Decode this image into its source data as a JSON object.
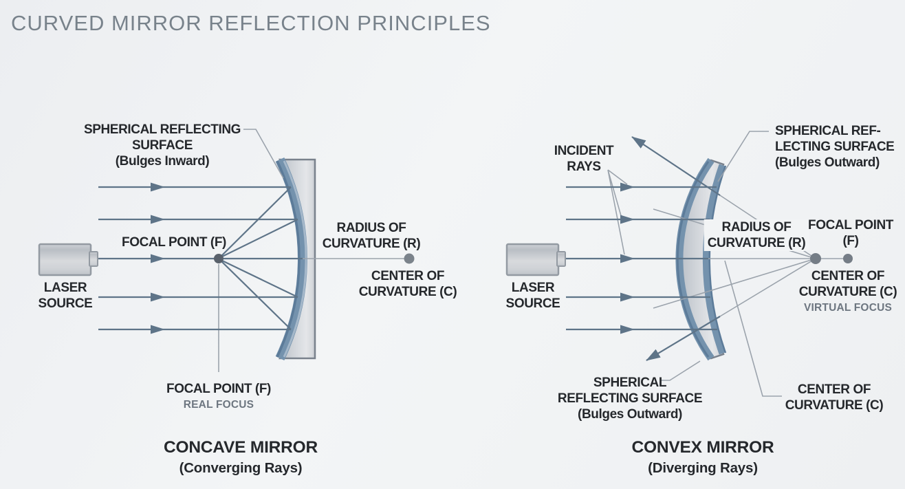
{
  "title": "CURVED MIRROR REFLECTION PRINCIPLES",
  "colors": {
    "background": "#f1f3f5",
    "title_text": "#78828b",
    "label_text": "#25282c",
    "secondary_text": "#6d7680",
    "ray": "#5e7488",
    "thin_line": "#9ba3ac",
    "mirror_blue": "#7492ad",
    "mirror_blue_dark": "#5c7b99",
    "mirror_body": "#cfd3d8",
    "laser_body": "#c6cacf",
    "dot_gray": "#757d86",
    "dot_dark": "#59616b"
  },
  "concave": {
    "surface_label": {
      "l1": "SPHERICAL REFLECTING",
      "l2": "SURFACE",
      "l3": "(Bulges Inward)"
    },
    "focal_label": "FOCAL POINT (F)",
    "radius_label": {
      "l1": "RADIUS OF",
      "l2": "CURVATURE (R)"
    },
    "center_label": {
      "l1": "CENTER OF",
      "l2": "CURVATURE (C)"
    },
    "laser_label": {
      "l1": "LASER",
      "l2": "SOURCE"
    },
    "focal_bottom_label": {
      "l1": "FOCAL POINT (F)",
      "l2": "REAL FOCUS"
    },
    "caption": {
      "l1": "CONCAVE MIRROR",
      "l2": "(Converging Rays)"
    }
  },
  "convex": {
    "incident_label": {
      "l1": "INCIDENT",
      "l2": "RAYS"
    },
    "surface_top_label": {
      "l1": "SPHERICAL REF-",
      "l2": "LECTING SURFACE",
      "l3": "(Bulges Outward)"
    },
    "laser_label": {
      "l1": "LASER",
      "l2": "SOURCE"
    },
    "radius_label": {
      "l1": "RADIUS OF",
      "l2": "CURVATURE (R)"
    },
    "focal_label": {
      "l1": "FOCAL POINT",
      "l2": "(F)"
    },
    "center_virtual_label": {
      "l1": "CENTER OF",
      "l2": "CURVATURE (C)",
      "l3": "VIRTUAL FOCUS"
    },
    "surface_bottom_label": {
      "l1": "SPHERICAL",
      "l2": "REFLECTING SURFACE",
      "l3": "(Bulges Outward)"
    },
    "center_bottom_label": {
      "l1": "CENTER OF",
      "l2": "CURVATURE (C)"
    },
    "caption": {
      "l1": "CONVEX MIRROR",
      "l2": "(Diverging Rays)"
    }
  }
}
